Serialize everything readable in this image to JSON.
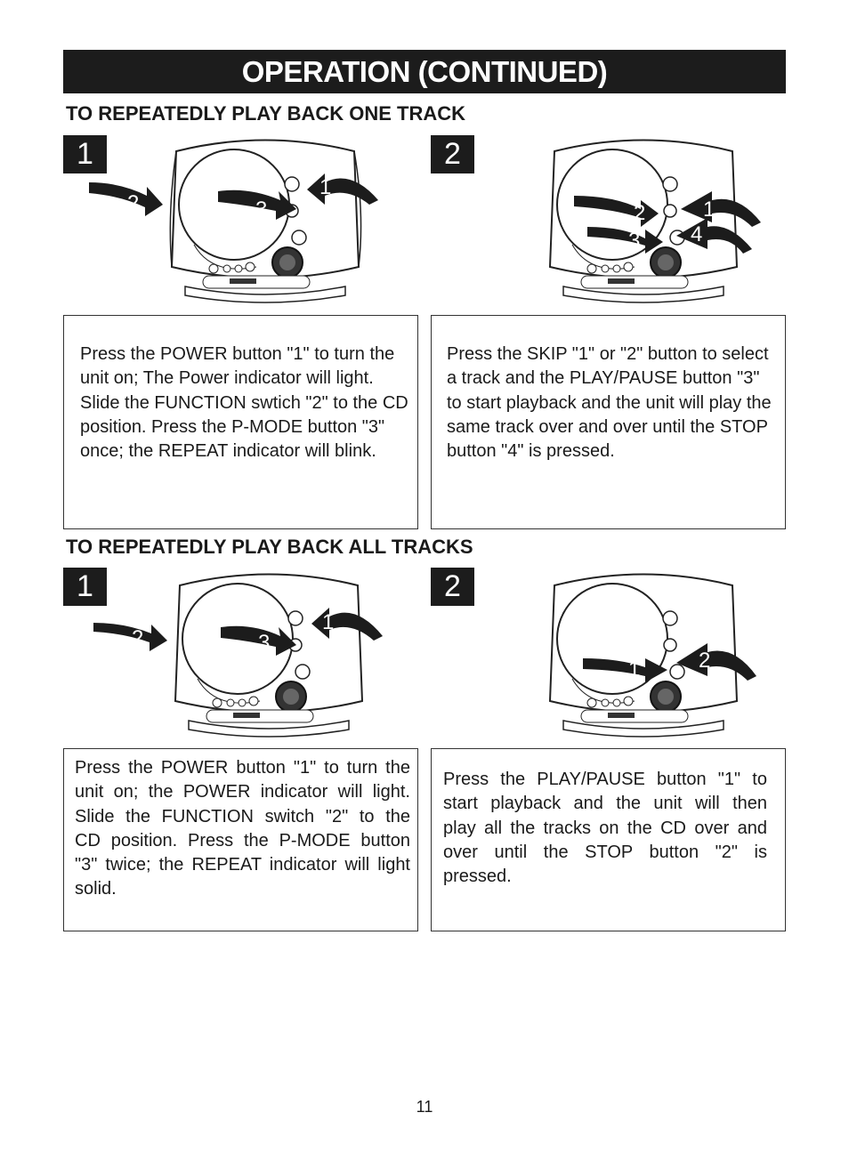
{
  "page": {
    "title": "OPERATION (CONTINUED)",
    "page_number": "11"
  },
  "sections": [
    {
      "heading": "TO REPEATEDLY PLAY BACK ONE TRACK",
      "steps": [
        {
          "badge": "1",
          "callouts": [
            "2",
            "3",
            "1"
          ],
          "text": "Press the POWER button \"1\" to turn the unit on; The Power indicator will light. Slide the FUNCTION swtich \"2\" to the CD position. Press the P-MODE button \"3\" once; the REPEAT indicator will blink."
        },
        {
          "badge": "2",
          "callouts": [
            "2",
            "3",
            "1",
            "4"
          ],
          "text": "Press the SKIP \"1\" or \"2\" button to select a track and the PLAY/PAUSE button \"3\" to start playback and the unit will play the same track over and over until the STOP button \"4\" is pressed."
        }
      ]
    },
    {
      "heading": "TO REPEATEDLY PLAY BACK ALL TRACKS",
      "steps": [
        {
          "badge": "1",
          "callouts": [
            "2",
            "3",
            "1"
          ],
          "text": "Press the POWER button \"1\" to turn the unit on; the POWER indicator will light. Slide the FUNCTION switch \"2\" to the CD position. Press the P-MODE button \"3\" twice; the REPEAT indicator will light solid."
        },
        {
          "badge": "2",
          "callouts": [
            "1",
            "2"
          ],
          "text": "Press the PLAY/PAUSE button \"1\" to start playback and the unit will then play all the tracks on the CD over and over until the STOP button \"2\" is pressed."
        }
      ]
    }
  ]
}
